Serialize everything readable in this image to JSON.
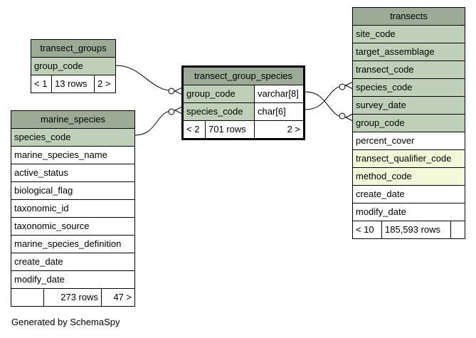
{
  "caption": "Generated by SchemaSpy",
  "colors": {
    "header": "#9bab96",
    "key": "#bed1b8",
    "index": "#f4f7da",
    "plain": "#ffffff"
  },
  "tables": {
    "transect_groups": {
      "name": "transect_groups",
      "columns": [
        {
          "name": "group_code",
          "kind": "key"
        }
      ],
      "footer": {
        "parents": "< 1",
        "rows": "13 rows",
        "children": "2 >"
      }
    },
    "transect_group_species": {
      "name": "transect_group_species",
      "columns": [
        {
          "name": "group_code",
          "type": "varchar[8]",
          "kind": "key"
        },
        {
          "name": "species_code",
          "type": "char[6]",
          "kind": "key"
        }
      ],
      "footer": {
        "parents": "< 2",
        "rows": "701 rows",
        "children": "2 >"
      }
    },
    "marine_species": {
      "name": "marine_species",
      "columns": [
        {
          "name": "species_code",
          "kind": "key"
        },
        {
          "name": "marine_species_name",
          "kind": "plain"
        },
        {
          "name": "active_status",
          "kind": "plain"
        },
        {
          "name": "biological_flag",
          "kind": "plain"
        },
        {
          "name": "taxonomic_id",
          "kind": "plain"
        },
        {
          "name": "taxonomic_source",
          "kind": "plain"
        },
        {
          "name": "marine_species_definition",
          "kind": "plain"
        },
        {
          "name": "create_date",
          "kind": "plain"
        },
        {
          "name": "modify_date",
          "kind": "plain"
        }
      ],
      "footer": {
        "parents": "",
        "rows": "273 rows",
        "children": "47 >"
      }
    },
    "transects": {
      "name": "transects",
      "columns": [
        {
          "name": "site_code",
          "kind": "key"
        },
        {
          "name": "target_assemblage",
          "kind": "key"
        },
        {
          "name": "transect_code",
          "kind": "key"
        },
        {
          "name": "species_code",
          "kind": "key"
        },
        {
          "name": "survey_date",
          "kind": "key"
        },
        {
          "name": "group_code",
          "kind": "key"
        },
        {
          "name": "percent_cover",
          "kind": "plain"
        },
        {
          "name": "transect_qualifier_code",
          "kind": "index"
        },
        {
          "name": "method_code",
          "kind": "index"
        },
        {
          "name": "create_date",
          "kind": "plain"
        },
        {
          "name": "modify_date",
          "kind": "plain"
        }
      ],
      "footer": {
        "parents": "< 10",
        "rows": "185,593 rows",
        "children": ""
      }
    }
  }
}
